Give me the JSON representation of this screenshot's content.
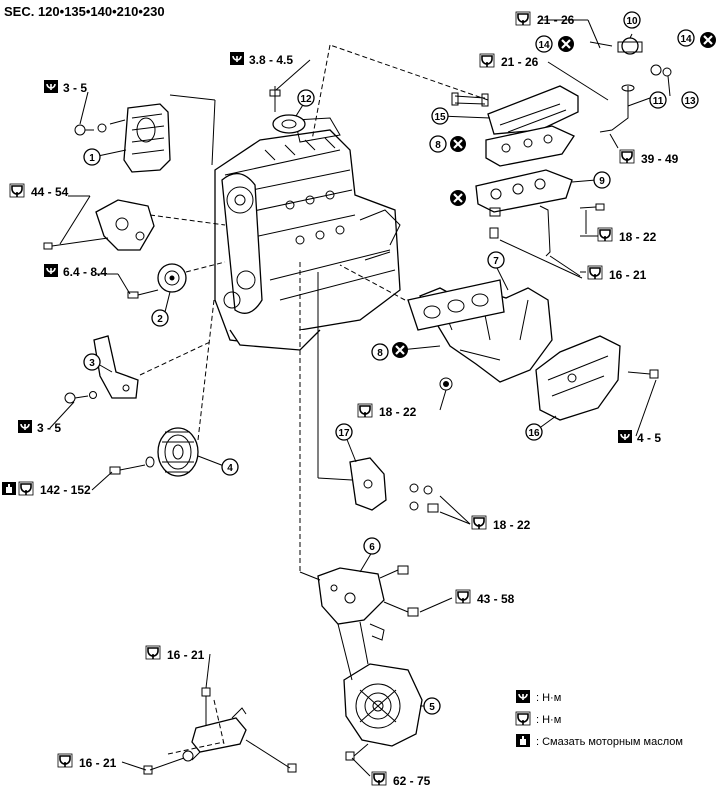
{
  "header": {
    "title": "SEC. 120•135•140•210•230"
  },
  "torque_labels": {
    "t_3_5_top": "3 - 5",
    "t_3_8_4_5": "3.8 - 4.5",
    "t_21_26_a": "21 - 26",
    "t_21_26_b": "21 - 26",
    "t_44_54": "44 - 54",
    "t_39_49": "39 - 49",
    "t_6_4_8_4": "6.4 - 8.4",
    "t_18_22_a": "18 - 22",
    "t_16_21_a": "16 - 21",
    "t_3_5_bottom": "3 - 5",
    "t_18_22_b": "18 - 22",
    "t_4_5": "4 - 5",
    "t_142_152": "142 - 152",
    "t_18_22_c": "18 - 22",
    "t_43_58": "43 - 58",
    "t_16_21_b": "16 - 21",
    "t_16_21_c": "16 - 21",
    "t_62_75": "62 - 75"
  },
  "callouts": [
    "1",
    "2",
    "3",
    "4",
    "5",
    "6",
    "7",
    "8",
    "8",
    "9",
    "10",
    "11",
    "12",
    "13",
    "14",
    "14",
    "15",
    "16",
    "17"
  ],
  "legend": {
    "nm_1": ": Н·м",
    "nm_2": ": Н·м",
    "oil": ": Смазать моторным маслом"
  },
  "icons": {
    "torque_black": "torque-wrench-filled-icon",
    "torque_outline": "torque-wrench-outline-icon",
    "oil": "oil-can-icon",
    "replace": "do-not-reuse-x-icon"
  }
}
